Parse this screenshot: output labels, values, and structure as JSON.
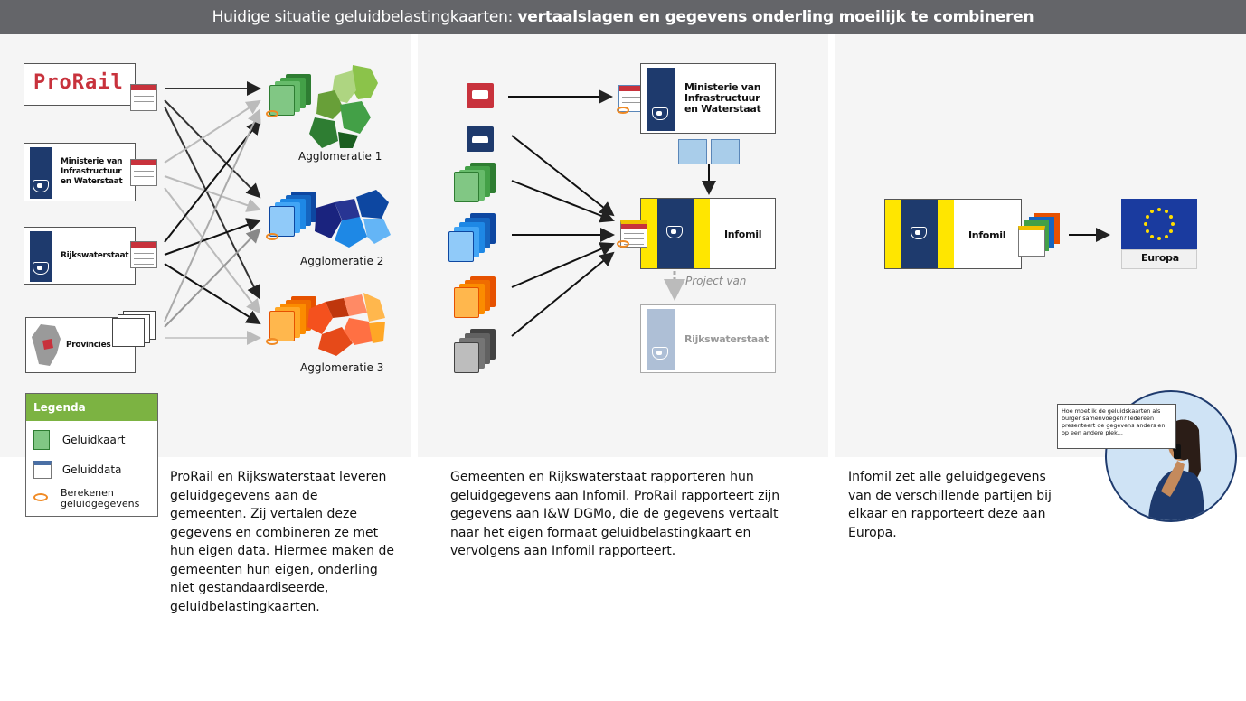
{
  "header": {
    "title_normal": "Huidige situatie geluidbelastingkaarten: ",
    "title_bold": "vertaalslagen en gegevens onderling moeilijk te combineren"
  },
  "panel1": {
    "sources": {
      "prorail": "ProRail",
      "ministerie": "Ministerie van Infrastructuur en Waterstaat",
      "rijkswaterstaat": "Rijkswaterstaat",
      "provincies": "Provincies"
    },
    "agglomerations": [
      "Agglomeratie 1",
      "Agglomeratie 2",
      "Agglomeratie 3"
    ],
    "legend": {
      "title": "Legenda",
      "items": [
        "Geluidkaart",
        "Geluiddata",
        "Berekenen geluidgegevens"
      ]
    },
    "description": "ProRail en Rijkswaterstaat leveren geluidgegevens aan de gemeenten. Zij vertalen deze gegevens en combineren ze met hun eigen data. Hiermee maken de gemeenten hun eigen, onderling niet gestandaardiseerde, geluidbelastingkaarten."
  },
  "panel2": {
    "ministerie": "Ministerie van Infrastructuur en Waterstaat",
    "infomil": "Infomil",
    "project_van": "Project van",
    "rijkswaterstaat": "Rijkswaterstaat",
    "description": "Gemeenten en Rijkswaterstaat rapporteren hun geluidgegevens aan Infomil. ProRail rapporteert zijn gegevens aan I&W DGMo, die de gegevens vertaalt naar het eigen formaat geluidbelastingkaart en vervolgens aan Infomil rapporteert."
  },
  "panel3": {
    "infomil": "Infomil",
    "europa": "Europa",
    "bubble": "Hoe moet ik de geluidskaarten als burger samenvoegen? Iedereen presenteert de gegevens anders en op een andere plek...",
    "description": "Infomil zet alle geluidgegevens van de verschillende partijen bij elkaar en rapporteert deze aan Europa."
  },
  "colors": {
    "header_bg": "#646569",
    "rijksoverheid_blue": "#1e3a6d",
    "infomil_yellow": "#ffe600",
    "legend_green": "#7cb342",
    "prorail_red": "#c8323c",
    "eu_blue": "#1a3b9f"
  }
}
